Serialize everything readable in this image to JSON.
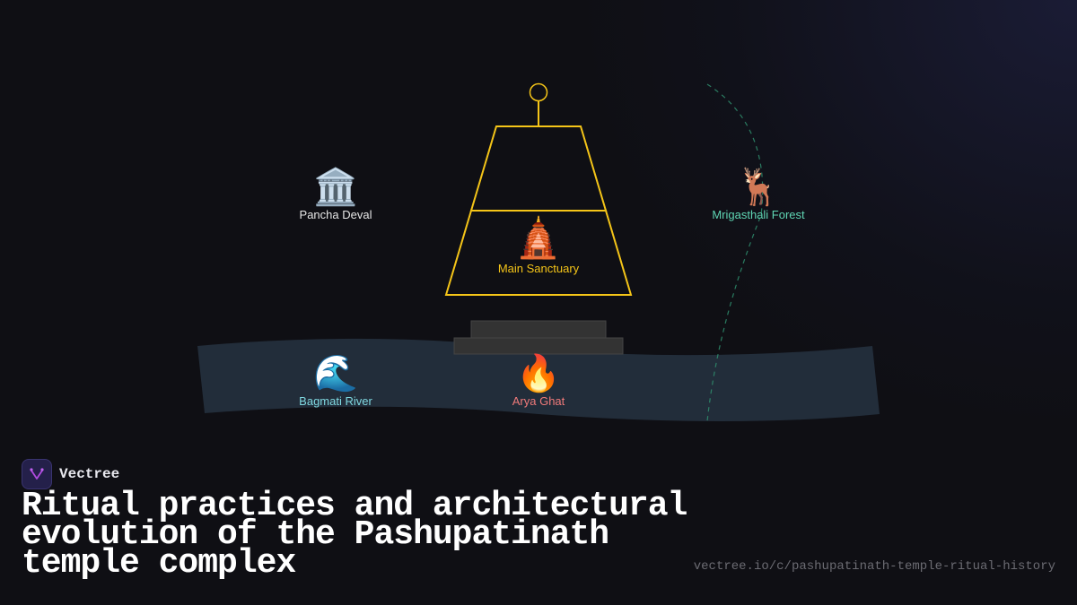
{
  "diagram": {
    "nodes": [
      {
        "id": "pancha-deval",
        "label": "Pancha Deval",
        "icon": "classical-building-icon",
        "glyph": "🏛️",
        "color": "#e6e6e6"
      },
      {
        "id": "main-sanctuary",
        "label": "Main Sanctuary",
        "icon": "hindu-temple-icon",
        "glyph": "🛕",
        "color": "#f5c518"
      },
      {
        "id": "mrigasthali-forest",
        "label": "Mrigasthali Forest",
        "icon": "deer-icon",
        "glyph": "🦌",
        "color": "#5fd6b4"
      },
      {
        "id": "bagmati-river",
        "label": "Bagmati River",
        "icon": "water-wave-icon",
        "glyph": "🌊",
        "color": "#7fd8e0"
      },
      {
        "id": "arya-ghat",
        "label": "Arya Ghat",
        "icon": "fire-icon",
        "glyph": "🔥",
        "color": "#f07a7a"
      }
    ],
    "colors": {
      "temple_outline": "#f5c518",
      "river_fill": "#222d3a",
      "ghat_steps": "#333333",
      "forest_path": "#2f8f6e"
    }
  },
  "brand": {
    "name": "Vectree"
  },
  "title": "Ritual practices and architectural evolution of the Pashupatinath temple complex",
  "url": "vectree.io/c/pashupatinath-temple-ritual-history"
}
